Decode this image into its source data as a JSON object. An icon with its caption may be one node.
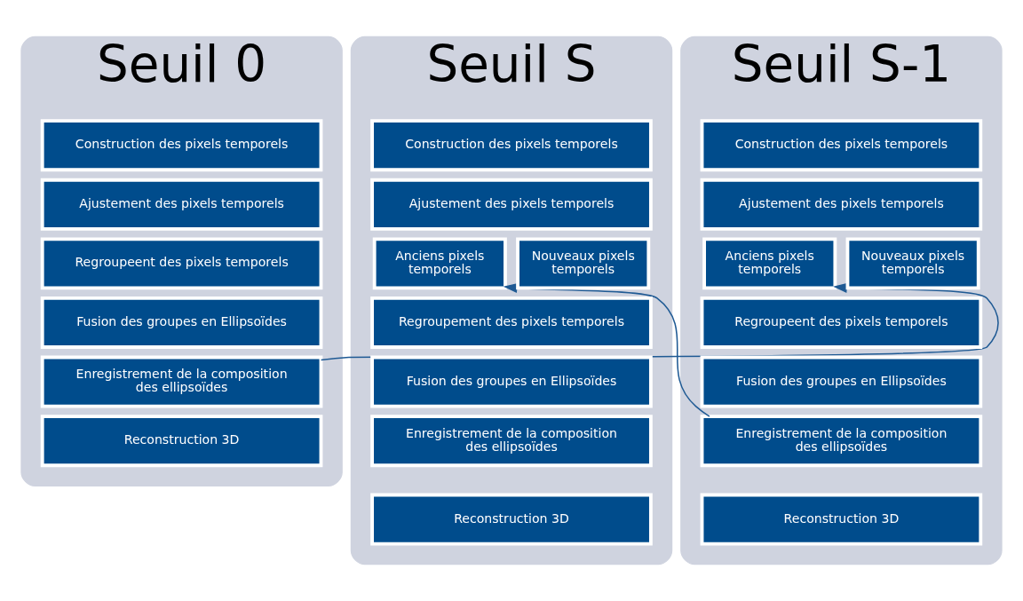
{
  "diagram": {
    "nodes": [
      {
        "text": [
          "Seuil 0"
        ]
      },
      {
        "text": [
          "Construction des pixels temporels"
        ],
        "in": 0
      },
      {
        "text": [
          "Ajustement des pixels temporels"
        ],
        "in": 0
      },
      {
        "text": [
          "Regroupeent des pixels temporels"
        ],
        "in": 0
      },
      {
        "text": [
          "Fusion des groupes en Ellipsoïdes"
        ],
        "in": 0
      },
      {
        "text": [
          "Enregistrement de la composition des ellipsoïdes"
        ],
        "in": 0
      },
      {
        "text": [
          "Reconstruction 3D"
        ],
        "in": 0
      },
      {
        "text": [
          "Seuil S-1"
        ]
      },
      {
        "text": [
          "Construction des pixels temporels"
        ],
        "in": 7
      },
      {
        "text": [
          "Ajustement des pixels temporels"
        ],
        "in": 7
      },
      {
        "text": [
          "Anciens pixels temporels"
        ],
        "in": 7
      },
      {
        "text": [
          "Nouveaux pixels temporels"
        ],
        "in": 7
      },
      {
        "text": [
          "Regroupeent des pixels temporels"
        ],
        "in": 7
      },
      {
        "text": [
          "Fusion des groupes en Ellipsoïdes"
        ],
        "in": 7
      },
      {
        "text": [
          "Enregistrement de la composition des ellipsoïdes"
        ],
        "in": 7
      },
      {
        "text": [
          "Reconstruction 3D"
        ],
        "in": 7
      },
      {
        "text": [
          "Seuil S"
        ]
      },
      {
        "text": [
          "Construction des pixels temporels"
        ],
        "in": 16
      },
      {
        "text": [
          "Ajustement des pixels temporels"
        ],
        "in": 16
      },
      {
        "text": [
          "Anciens pixels temporels"
        ],
        "in": 16
      },
      {
        "text": [
          "Nouveaux pixels temporels"
        ],
        "in": 16
      },
      {
        "text": [
          "Regroupement des pixels temporels"
        ],
        "in": 16
      },
      {
        "text": [
          "Fusion des groupes en Ellipsoïdes"
        ],
        "in": 16
      },
      {
        "text": [
          "Enregistrement de la composition des ellipsoïdes"
        ],
        "in": 16
      },
      {
        "text": [
          "Reconstruction 3D"
        ],
        "in": 16
      }
    ],
    "edges": [
      {
        "from": 5,
        "to": 10,
        "arrow": "to"
      },
      {
        "from": 14,
        "to": 19,
        "arrow": "to"
      }
    ]
  }
}
